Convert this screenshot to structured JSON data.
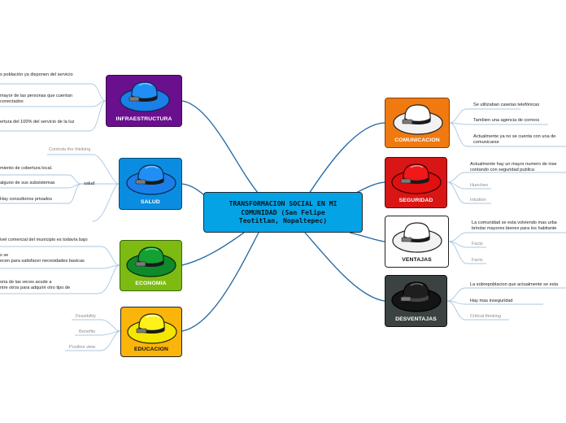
{
  "center": {
    "title_lines": [
      "TRANSFORMACION SOCIAL EN MI",
      "COMUNIDAD (San Felipe",
      "Teotitlan, Nopaltepec)"
    ]
  },
  "colors": {
    "center_fill": "#04a3e6",
    "connector": "#1f66a1",
    "leaf_line": "#a9c7e2",
    "hat_infraestructura": "purple-box blue-hat",
    "hat_salud": "blue-box blue-hat",
    "hat_economia": "green-box green-hat",
    "hat_educacion": "yellow-box yellow-hat",
    "hat_comunicacion": "orange-box white-hat",
    "hat_seguridad": "red-box red-hat",
    "hat_ventajas": "white-box white-hat",
    "hat_desventajas": "gray-box black-hat"
  },
  "branches": {
    "infraestructura": {
      "title": "INFRAESTRUCTURA",
      "icon": "hat-icon",
      "items": [
        "s población ya disponen del servicio",
        "mayor de las personas que cuentan\nconectados",
        "ertura del 100% del servicio de la luz"
      ]
    },
    "salud": {
      "title": "SALUD",
      "icon": "hat-icon",
      "items": [
        "Controla the thinking",
        "miento de cobertura local.",
        "alguno de sus subsistemas",
        "Hay consultorios privados"
      ],
      "group_label": "salud"
    },
    "economia": {
      "title": "ECONOMIA",
      "icon": "hat-icon",
      "items": [
        "ivel comercial del municipio es todavía bajo",
        "s se\necen para satisfacer necesidades basicas",
        "oria de las veces acude a\nntre otros para adquirir otro tipo de"
      ]
    },
    "educacion": {
      "title": "EDUCACION",
      "icon": "hat-icon",
      "items": [
        "Feasibility",
        "Benefits",
        "Positive view"
      ]
    },
    "comunicacion": {
      "title": "COMUNICACION",
      "icon": "hat-icon",
      "items": [
        "Se utilizaban casetas telefónicas",
        "Tambien una agencia de correos",
        "Actualmente ya no se cuenta con una de\ncomunicarse"
      ]
    },
    "seguridad": {
      "title": "SEGURIDAD",
      "icon": "hat-icon",
      "items": [
        "Actualmente hay un mayor numero de inse\ncontando con seguridad publica",
        "Hunches",
        "Intuition"
      ]
    },
    "ventajas": {
      "title": "VENTAJAS",
      "icon": "hat-icon",
      "items": [
        "La comunidad se esta volviendo mas urba\nbrindar mayores bienes para los habitante",
        "Facts",
        "Facts"
      ]
    },
    "desventajas": {
      "title": "DESVENTAJAS",
      "icon": "hat-icon",
      "items": [
        "La sobrepoblacion que actualmente se esta",
        "Hay mas inseguridad",
        "Critical thinking"
      ]
    }
  }
}
